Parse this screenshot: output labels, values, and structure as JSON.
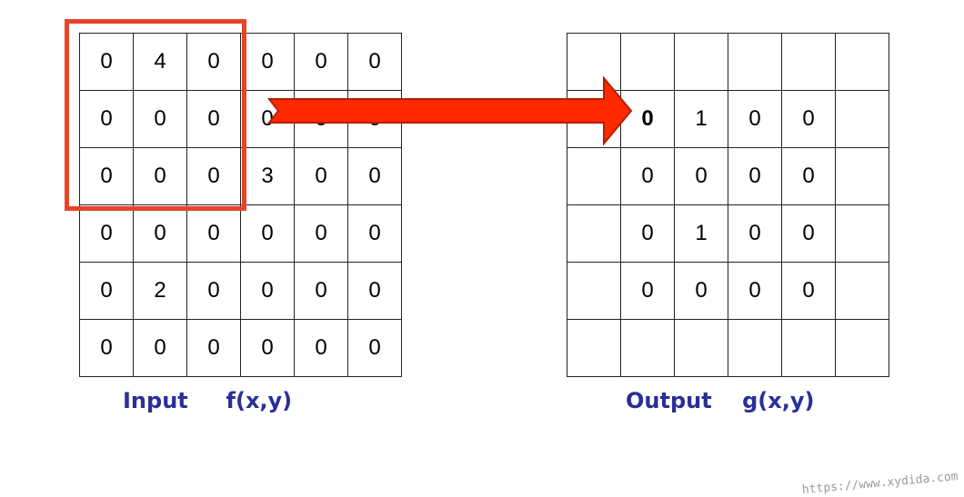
{
  "input": {
    "caption": "Input     f(x,y)",
    "rows": [
      [
        "0",
        "4",
        "0",
        "0",
        "0",
        "0"
      ],
      [
        "0",
        "0",
        "0",
        "0",
        "0",
        "0"
      ],
      [
        "0",
        "0",
        "0",
        "3",
        "0",
        "0"
      ],
      [
        "0",
        "0",
        "0",
        "0",
        "0",
        "0"
      ],
      [
        "0",
        "2",
        "0",
        "0",
        "0",
        "0"
      ],
      [
        "0",
        "0",
        "0",
        "0",
        "0",
        "0"
      ]
    ]
  },
  "output": {
    "caption": "Output    g(x,y)",
    "rows": [
      [
        "",
        "",
        "",
        "",
        "",
        ""
      ],
      [
        "",
        "0",
        "1",
        "0",
        "0",
        ""
      ],
      [
        "",
        "0",
        "0",
        "0",
        "0",
        ""
      ],
      [
        "",
        "0",
        "1",
        "0",
        "0",
        ""
      ],
      [
        "",
        "0",
        "0",
        "0",
        "0",
        ""
      ],
      [
        "",
        "",
        "",
        "",
        "",
        ""
      ]
    ]
  },
  "colors": {
    "arrow_fill": "#ff2a00",
    "arrow_stroke": "#b31f00",
    "kernel_window": "#e8432a",
    "caption": "#2a2f97"
  },
  "watermark": "https://www.xydida.com"
}
